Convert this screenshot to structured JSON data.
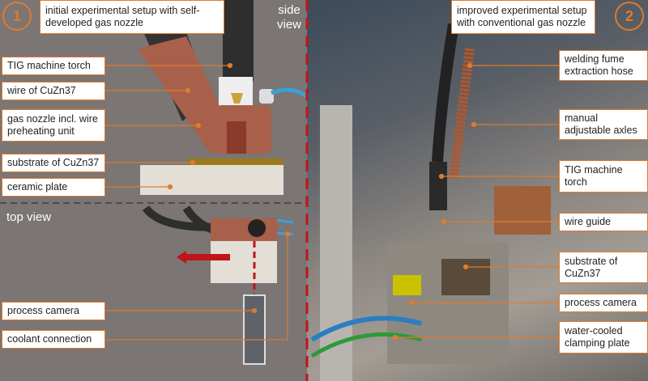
{
  "left_panel": {
    "number": "1",
    "title": "initial experimental setup with self-developed gas nozzle",
    "side_view": "side view",
    "top_view": "top view",
    "labels": [
      "TIG machine torch",
      "wire of CuZn37",
      "gas nozzle incl. wire preheating unit",
      "substrate of CuZn37",
      "ceramic plate",
      "process camera",
      "coolant connection"
    ]
  },
  "right_panel": {
    "number": "2",
    "title": "improved experimental setup with conventional gas nozzle",
    "labels": [
      "welding fume extraction hose",
      "manual adjustable axles",
      "TIG machine torch",
      "wire guide",
      "substrate of CuZn37",
      "process camera",
      "water-cooled clamping plate"
    ]
  },
  "colors": {
    "accent": "#e07b2e",
    "divider": "#c0141a",
    "background": "#7b7573"
  }
}
